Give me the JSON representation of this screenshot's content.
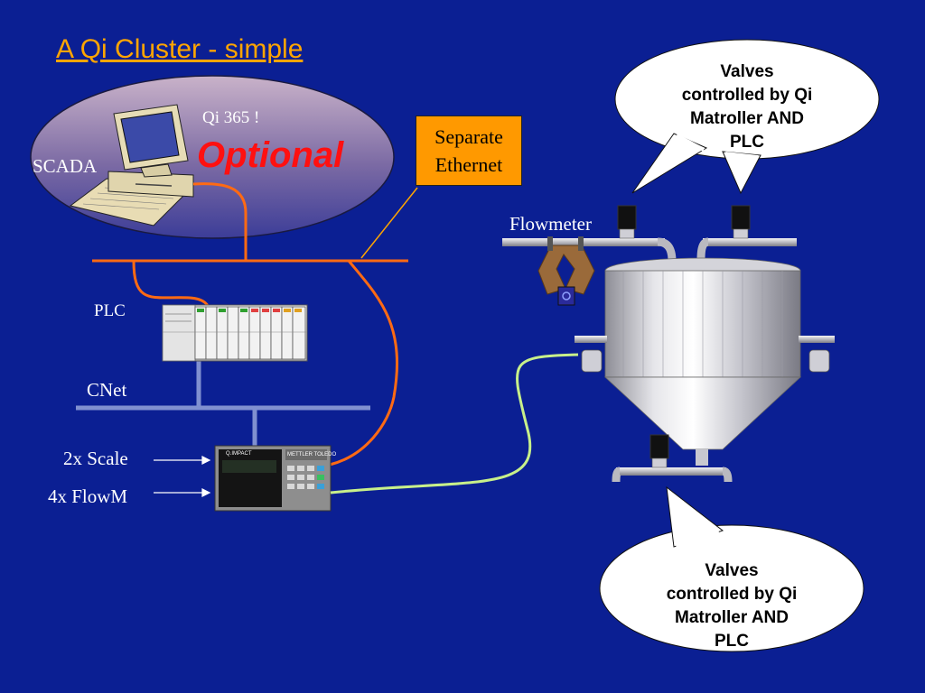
{
  "title": "A Qi Cluster - simple",
  "scada": {
    "label": "SCADA",
    "qi_label": "Qi 365 !",
    "optional_label": "Optional"
  },
  "separate_ethernet": {
    "line1": "Separate",
    "line2": "Ethernet"
  },
  "network": {
    "plc_label": "PLC",
    "cnet_label": "CNet",
    "scale_label": "2x Scale",
    "flowm_label": "4x FlowM"
  },
  "terminal": {
    "brand_left": "Q.IMPACT",
    "brand_right": "METTLER TOLEDO"
  },
  "tank": {
    "flowmeter_label": "Flowmeter"
  },
  "callout_top": {
    "lines": [
      "Valves",
      "controlled by Qi",
      "Matroller AND",
      "PLC"
    ]
  },
  "callout_bottom": {
    "lines": [
      "Valves",
      "controlled by Qi",
      "Matroller AND",
      "PLC"
    ]
  },
  "colors": {
    "background": "#0b1f93",
    "title": "#ffa500",
    "ethernet": "#ff6a13",
    "cnet": "#8090d0",
    "analog_cable": "#c8f08a",
    "optional": "#ff1010",
    "callout_box": "#ff9900"
  }
}
